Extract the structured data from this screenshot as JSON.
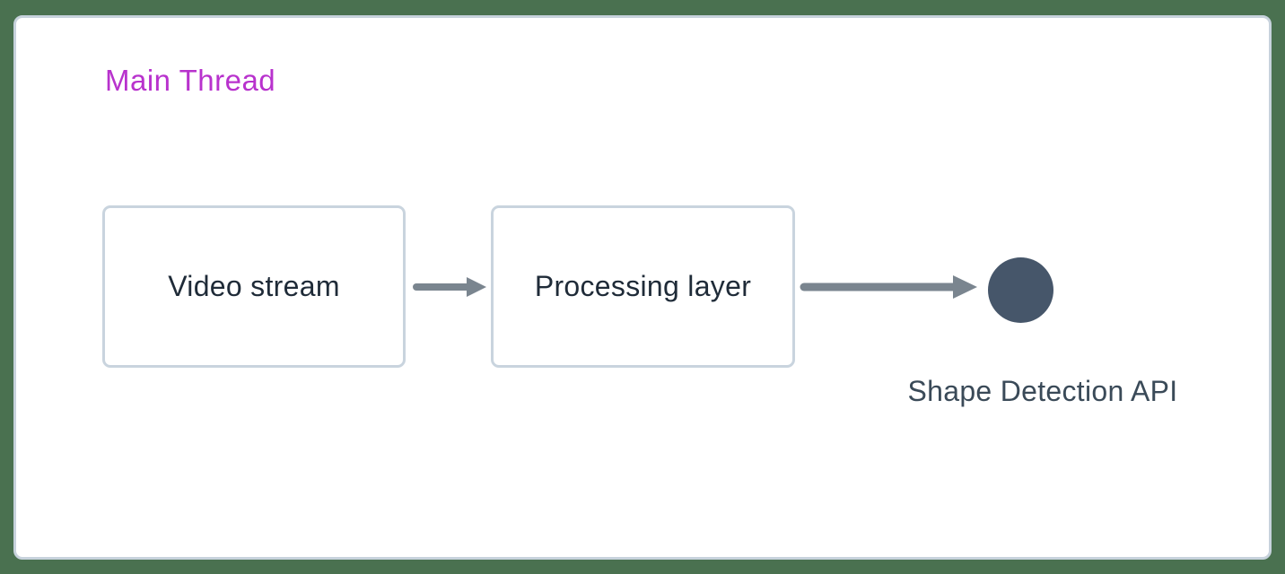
{
  "diagram": {
    "thread_label": "Main Thread",
    "nodes": [
      {
        "id": "video-stream",
        "label": "Video stream"
      },
      {
        "id": "processing-layer",
        "label": "Processing layer"
      }
    ],
    "endpoint": {
      "shape": "circle",
      "label": "Shape Detection API"
    },
    "flow": [
      "Video stream",
      "Processing layer",
      "Shape Detection API"
    ],
    "colors": {
      "background": "#4a7150",
      "card_border": "#c7d2dc",
      "node_border": "#c9d4de",
      "node_text": "#1f2b38",
      "thread_label": "#b832cd",
      "arrow": "#7a858f",
      "endpoint": "#46566a",
      "api_text": "#3a4a58"
    }
  }
}
